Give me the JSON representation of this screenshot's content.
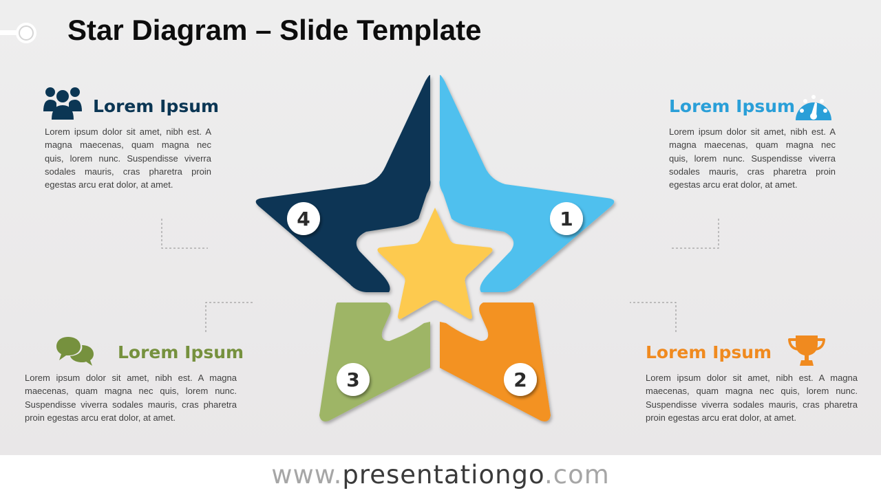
{
  "title": "Star Diagram – Slide Template",
  "colors": {
    "navy": "#0b3654",
    "blue": "#4fc0ee",
    "orange": "#f39221",
    "green": "#9eb566",
    "yellow": "#fdca4f",
    "dark_text": "#0d0d0d",
    "body_text": "#404040"
  },
  "blocks": [
    {
      "id": "top-left",
      "heading": "Lorem Ipsum",
      "color": "#0b3654",
      "icon": "users-icon",
      "text": "Lorem ipsum dolor sit amet, nibh est. A magna maecenas, quam magna nec quis, lorem nunc. Suspendisse viverra sodales mauris, cras pharetra proin egestas arcu erat dolor, at amet."
    },
    {
      "id": "top-right",
      "heading": "Lorem Ipsum",
      "color": "#2a9fd8",
      "icon": "dashboard-icon",
      "text": "Lorem ipsum dolor sit amet, nibh est. A magna maecenas, quam magna nec quis, lorem nunc. Suspendisse viverra sodales mauris, cras pharetra proin egestas arcu erat dolor, at amet."
    },
    {
      "id": "bottom-left",
      "heading": "Lorem Ipsum",
      "color": "#76913e",
      "icon": "chat-icon",
      "text": "Lorem ipsum dolor sit amet, nibh est. A magna maecenas, quam magna nec quis, lorem nunc. Suspendisse viverra sodales mauris, cras pharetra proin egestas arcu erat dolor, at amet."
    },
    {
      "id": "bottom-right",
      "heading": "Lorem Ipsum",
      "color": "#f08a1f",
      "icon": "trophy-icon",
      "text": "Lorem ipsum dolor sit amet, nibh est. A magna maecenas, quam magna nec quis, lorem nunc. Suspendisse viverra sodales mauris, cras pharetra proin egestas arcu erat dolor, at amet."
    }
  ],
  "star": {
    "segments": [
      {
        "number": "1",
        "color": "#4fc0ee"
      },
      {
        "number": "2",
        "color": "#f39221"
      },
      {
        "number": "3",
        "color": "#9eb566"
      },
      {
        "number": "4",
        "color": "#0b3654"
      }
    ],
    "center_color": "#fdca4f"
  },
  "footer": {
    "prefix": "www.",
    "domain": "presentationgo",
    "suffix": ".com"
  }
}
